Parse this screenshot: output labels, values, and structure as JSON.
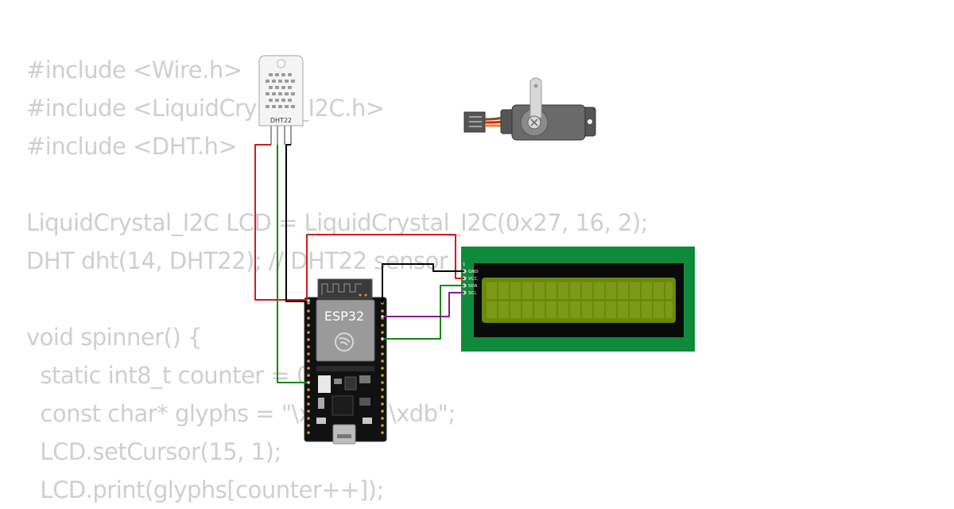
{
  "code_lines": [
    "#include <Wire.h>",
    "#include <LiquidCrystal_I2C.h>",
    "#include <DHT.h>",
    "",
    "LiquidCrystal_I2C LCD = LiquidCrystal_I2C(0x27, 16, 2);",
    "DHT dht(14, DHT22); // DHT22 sensor",
    "",
    "void spinner() {",
    "  static int8_t counter = 0;",
    "  const char* glyphs = \"\\xa1\\xa5\\xdb\";",
    "  LCD.setCursor(15, 1);",
    "  LCD.print(glyphs[counter++]);"
  ],
  "components": {
    "dht22": {
      "label": "DHT22"
    },
    "esp32": {
      "label": "ESP32"
    },
    "lcd": {
      "pins": [
        "GND",
        "VCC",
        "SDA",
        "SCL"
      ]
    }
  },
  "colors": {
    "wire_power": "#d01c1c",
    "wire_ground": "#000000",
    "wire_data": "#118811",
    "wire_scl": "#8a1a8a",
    "lcd_board": "#0f8a3a",
    "lcd_screen": "#6a8a0a",
    "esp32_board": "#111111"
  }
}
